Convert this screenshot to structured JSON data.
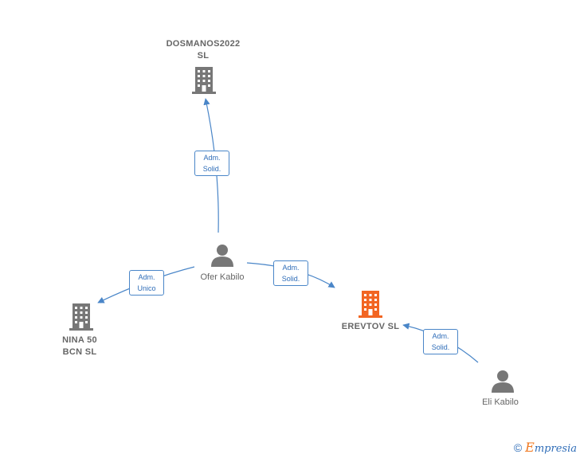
{
  "nodes": {
    "dosmanos": {
      "label": "DOSMANOS2022\nSL",
      "type": "company"
    },
    "ofer": {
      "label": "Ofer Kabilo",
      "type": "person"
    },
    "nina": {
      "label": "NINA 50\nBCN  SL",
      "type": "company"
    },
    "erevtov": {
      "label": "EREVTOV  SL",
      "type": "company",
      "highlight": true
    },
    "eli": {
      "label": "Eli Kabilo",
      "type": "person"
    }
  },
  "edges": {
    "ofer_dosmanos": {
      "label": "Adm.\nSolid."
    },
    "ofer_nina": {
      "label": "Adm.\nUnico"
    },
    "ofer_erevtov": {
      "label": "Adm.\nSolid."
    },
    "eli_erevtov": {
      "label": "Adm.\nSolid."
    }
  },
  "colors": {
    "edge": "#4a86c8",
    "company": "#777777",
    "company_highlight": "#f26522",
    "person": "#777777"
  },
  "footer": {
    "copyright_symbol": "©",
    "brand_first": "E",
    "brand_rest": "mpresia"
  }
}
